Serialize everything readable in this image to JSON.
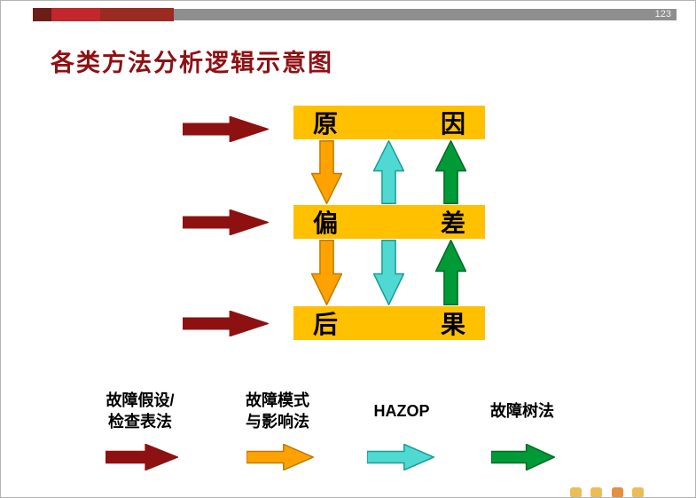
{
  "page": {
    "number": "123"
  },
  "title": "各类方法分析逻辑示意图",
  "colors": {
    "title_red": "#8e1013",
    "dark_red": "#8e1111",
    "box_yellow": "#ffc000",
    "orange": "#ffa200",
    "orange_outline": "#bf7a00",
    "cyan": "#4fd9d2",
    "cyan_outline": "#169e97",
    "green": "#009a36",
    "green_outline": "#006b24",
    "header_maroon": "#6d1d17",
    "header_bright_red": "#c1272d",
    "header_mid_red": "#9a2a22",
    "header_gray": "#8e8e8e",
    "watermark_gold": "#e8b23a",
    "watermark_orange": "#e07b20"
  },
  "boxes": [
    {
      "left": "原",
      "right": "因"
    },
    {
      "left": "偏",
      "right": "差"
    },
    {
      "left": "后",
      "right": "果"
    }
  ],
  "vertical_arrows": {
    "between_cause_deviation": [
      {
        "color": "orange",
        "direction": "down"
      },
      {
        "color": "cyan",
        "direction": "up"
      },
      {
        "color": "green",
        "direction": "up"
      }
    ],
    "between_deviation_consequence": [
      {
        "color": "orange",
        "direction": "down"
      },
      {
        "color": "cyan",
        "direction": "down"
      },
      {
        "color": "green",
        "direction": "up"
      }
    ]
  },
  "legend": [
    {
      "line1": "故障假设/",
      "line2": "检查表法",
      "color": "dark_red"
    },
    {
      "line1": "故障模式",
      "line2": "与影响法",
      "color": "orange"
    },
    {
      "line1": "HAZOP",
      "line2": "",
      "color": "cyan"
    },
    {
      "line1": "故障树法",
      "line2": "",
      "color": "green"
    }
  ]
}
